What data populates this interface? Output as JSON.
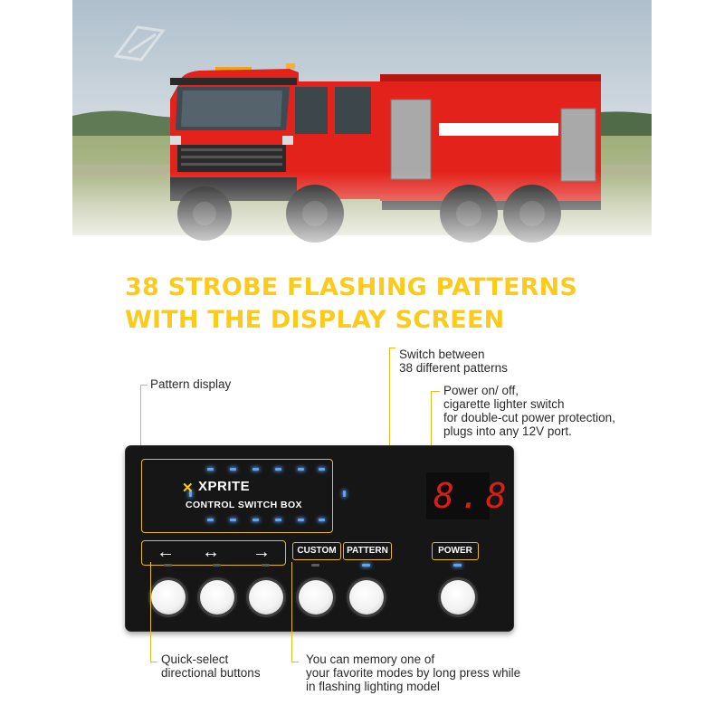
{
  "headline": {
    "line1": "38 STROBE FLASHING PATTERNS",
    "line2": "WITH THE DISPLAY SCREEN"
  },
  "callouts": {
    "switch_patterns": [
      "Switch between",
      "38 different patterns"
    ],
    "pattern_display": [
      "Pattern display"
    ],
    "power": [
      "Power on/ off,",
      "cigarette lighter switch",
      "for double-cut power protection,",
      "plugs into any 12V port."
    ],
    "quick_select": [
      "Quick-select",
      "directional buttons"
    ],
    "memory": [
      "You can memory one of",
      "your favorite modes by long press while",
      "in flashing lighting model"
    ]
  },
  "control_box": {
    "brand": "XPRITE",
    "subtitle": "CONTROL SWITCH BOX",
    "display_digits": "8.8",
    "labels": {
      "left": "←",
      "both": "↔",
      "right": "→",
      "custom": "CUSTOM",
      "pattern": "PATTERN",
      "power": "POWER"
    }
  },
  "colors": {
    "accent": "#fbcb1c",
    "leader": "#e8b81e",
    "led": "#5aa6ff",
    "digit": "#d81f17",
    "truck": "#e3231b"
  }
}
